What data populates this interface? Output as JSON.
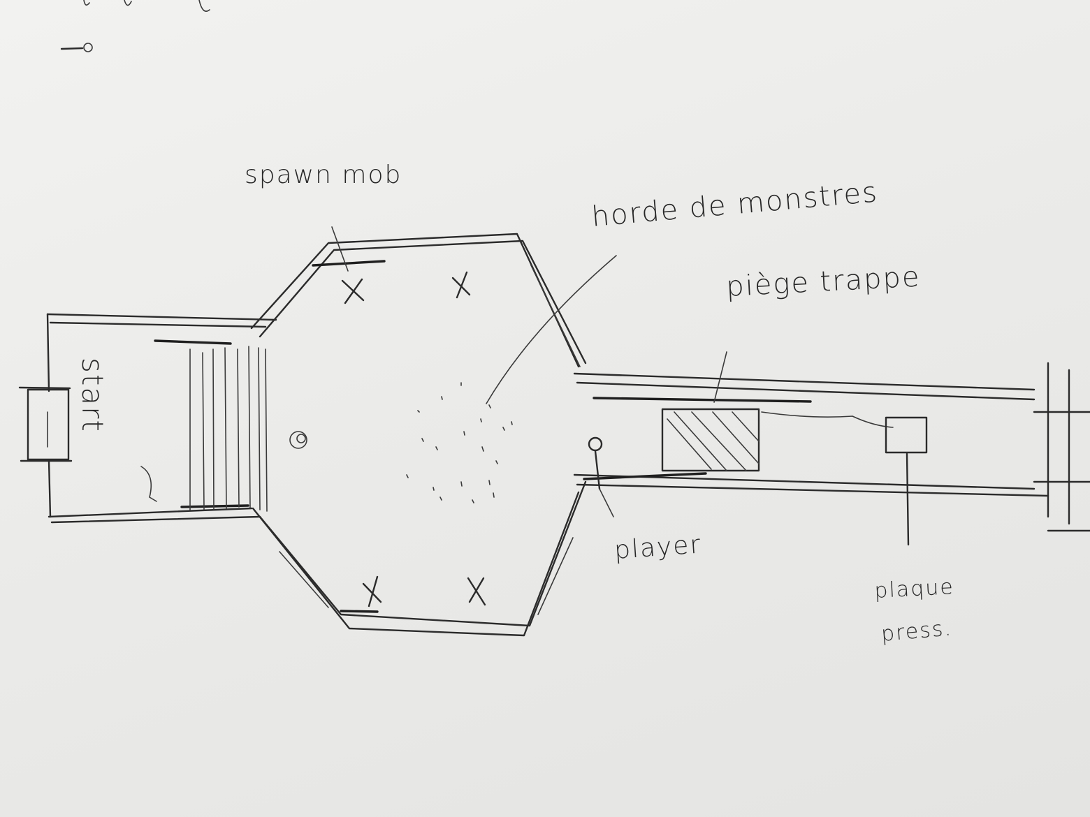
{
  "labels": {
    "spawn": "spawn mob",
    "horde": "horde de monstres",
    "trap": "piège trappe",
    "start": "start",
    "player": "player",
    "plate_line1": "plaque",
    "plate_line2": "press."
  },
  "colors": {
    "paper": "#efefed",
    "ink": "#2b2b2b"
  },
  "icons": {
    "spawn_marker": "x-mark-icon",
    "player_marker": "player-pin-icon",
    "door_marker": "door-icon"
  }
}
